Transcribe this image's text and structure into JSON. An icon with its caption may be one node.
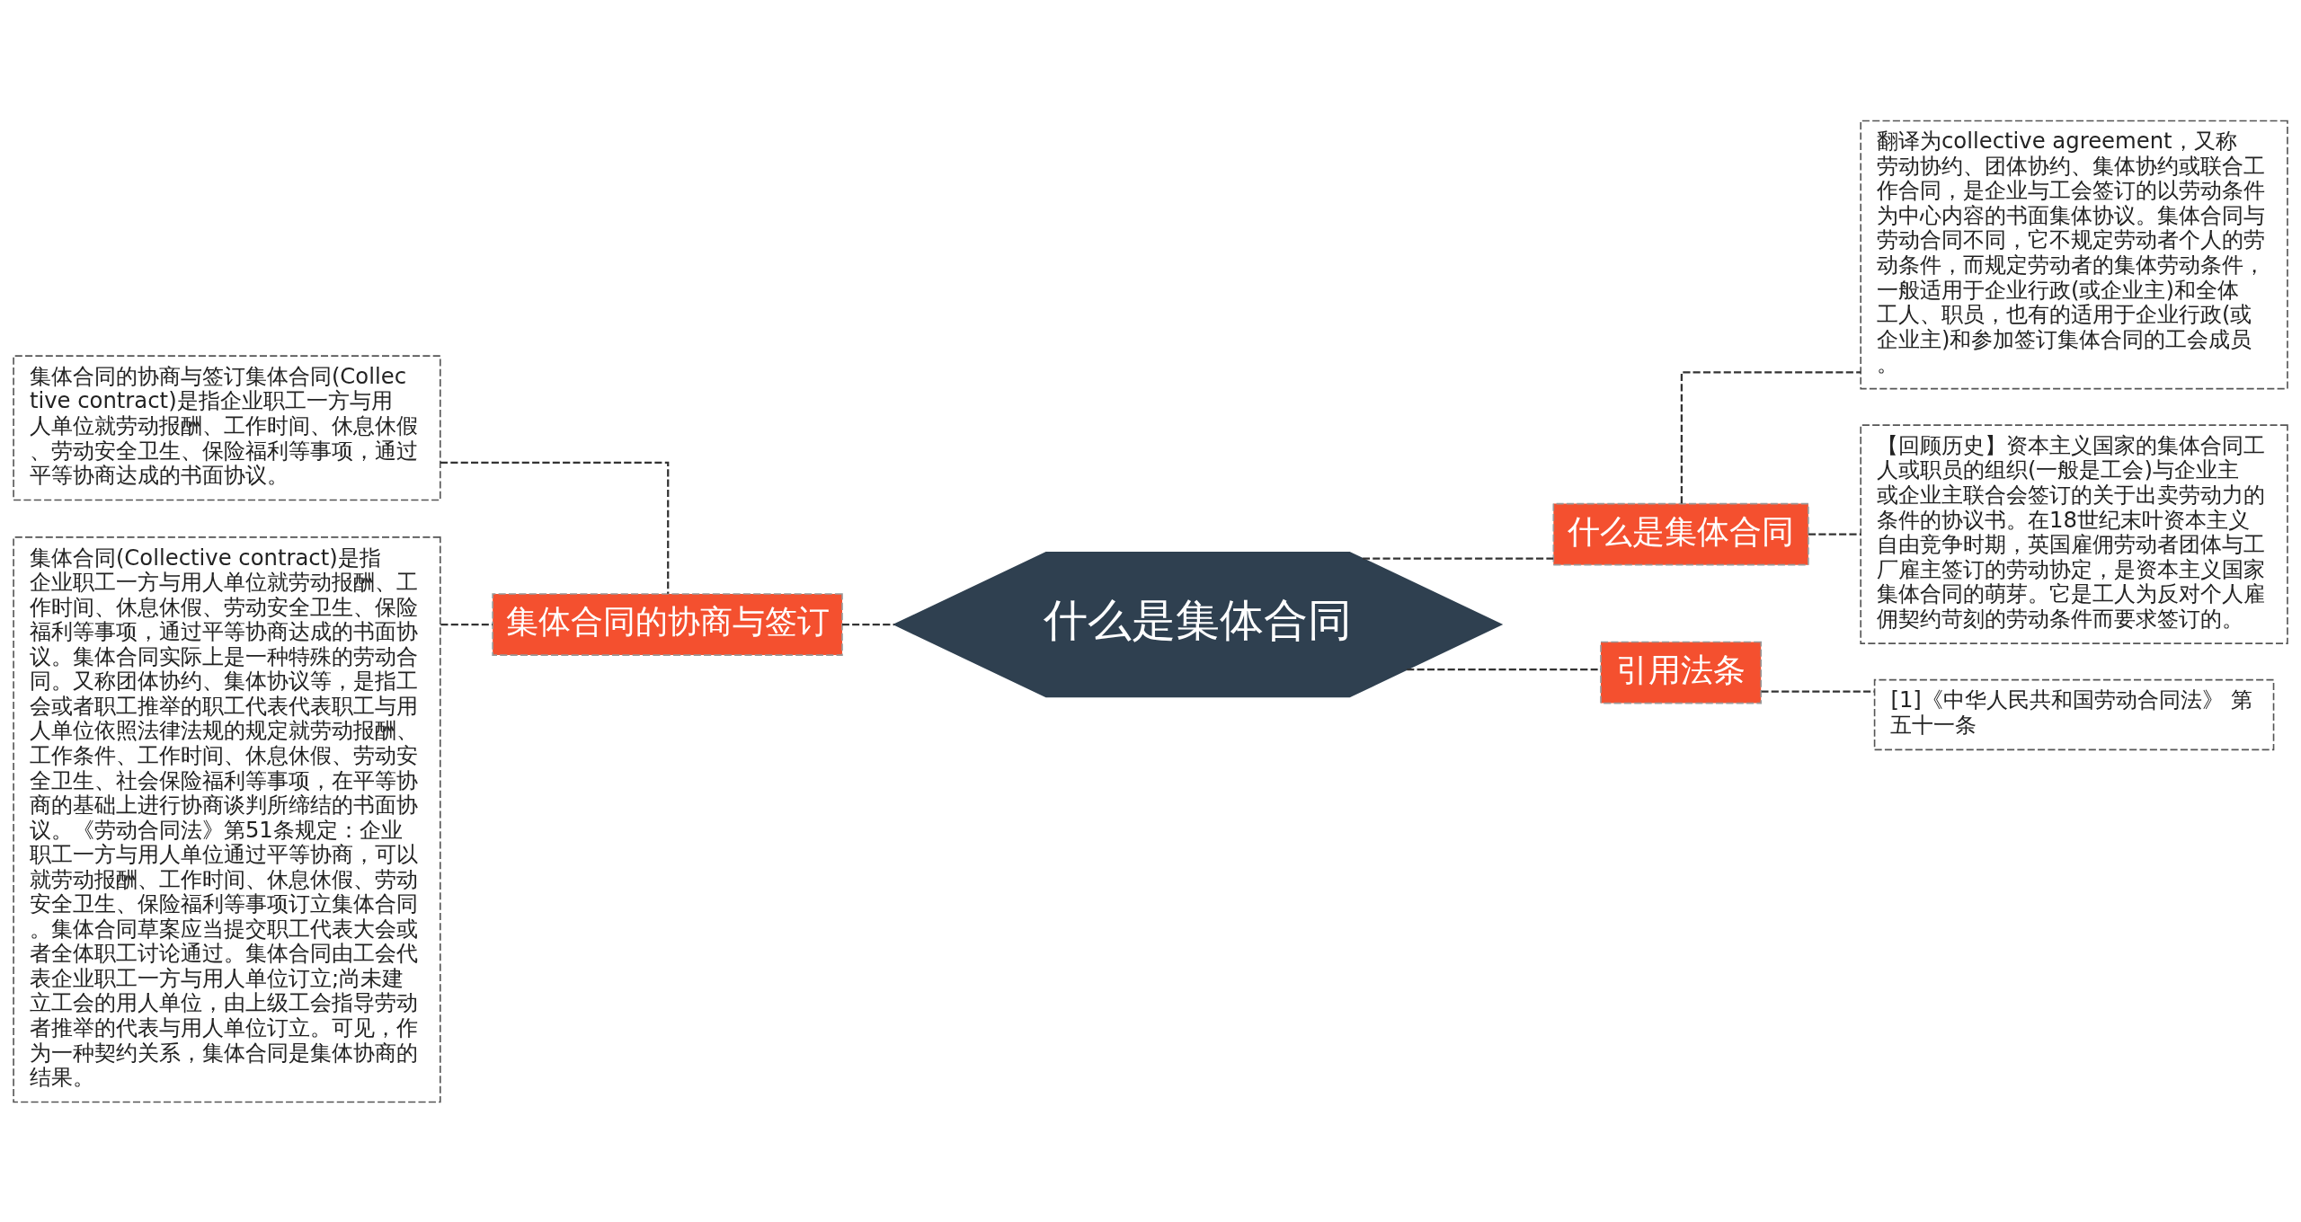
{
  "diagram": {
    "nodes": [
      {
        "text": [
          "什么是集体合同"
        ]
      },
      {
        "text": [
          "集体合同的协商与签订"
        ]
      },
      {
        "text": [
          "集体合同的协商与签订集体合同(Collective contract)是指企业职工一方与用人单位就劳动报酬、工作时间、休息休假、劳动安全卫生、保险福利等事项，通过平等协商达成的书面协议。"
        ]
      },
      {
        "text": [
          "集体合同(Collective contract)是指企业职工一方与用人单位就劳动报酬、工作时间、休息休假、劳动安全卫生、保险福利等事项，通过平等协商达成的书面协议。集体合同实际上是一种特殊的劳动合同。又称团体协约、集体协议等，是指工会或者职工推举的职工代表代表职工与用人单位依照法律法规的规定就劳动报酬、工作条件、工作时间、休息休假、劳动安全卫生、社会保险福利等事项，在平等协商的基础上进行协商谈判所缔结的书面协议。《劳动合同法》第51条规定：企业职工一方与用人单位通过平等协商，可以就劳动报酬、工作时间、休息休假、劳动安全卫生、保险福利等事项订立集体合同。集体合同草案应当提交职工代表大会或者全体职工讨论通过。集体合同由工会代表企业职工一方与用人单位订立;尚未建立工会的用人单位，由上级工会指导劳动者推举的代表与用人单位订立。可见，作为一种契约关系，集体合同是集体协商的结果。"
        ]
      },
      {
        "text": [
          "什么是集体合同"
        ]
      },
      {
        "text": [
          "翻译为collective agreement，又称劳动协约、团体协约、集体协约或联合工作合同，是企业与工会签订的以劳动条件为中心内容的书面集体协议。集体合同与劳动合同不同，它不规定劳动者个人的劳动条件，而规定劳动者的集体劳动条件，一般适用于企业行政(或企业主)和全体工人、职员，也有的适用于企业行政(或企业主)和参加签订集体合同的工会成员。"
        ]
      },
      {
        "text": [
          "【回顾历史】资本主义国家的集体合同工人或职员的组织(一般是工会)与企业主或企业主联合会签订的关于出卖劳动力的条件的协议书。在18世纪末叶资本主义自由竞争时期，英国雇佣劳动者团体与工厂雇主签订的劳动协定，是资本主义国家集体合同的萌芽。它是工人为反对个人雇佣契约苛刻的劳动条件而要求签订的。"
        ]
      },
      {
        "text": [
          "引用法条"
        ]
      },
      {
        "text": [
          "[1]《中华人民共和国劳动合同法》 第五十一条"
        ]
      }
    ],
    "edges": [
      {
        "from": 0,
        "to": 1,
        "arrow": "none",
        "style": "dashed"
      },
      {
        "from": 1,
        "to": 2,
        "arrow": "none",
        "style": "dashed"
      },
      {
        "from": 1,
        "to": 3,
        "arrow": "none",
        "style": "dashed"
      },
      {
        "from": 0,
        "to": 4,
        "arrow": "none",
        "style": "dashed"
      },
      {
        "from": 4,
        "to": 5,
        "arrow": "none",
        "style": "dashed"
      },
      {
        "from": 4,
        "to": 6,
        "arrow": "none",
        "style": "dashed"
      },
      {
        "from": 0,
        "to": 7,
        "arrow": "none",
        "style": "dashed"
      },
      {
        "from": 7,
        "to": 8,
        "arrow": "none",
        "style": "dashed"
      }
    ]
  }
}
